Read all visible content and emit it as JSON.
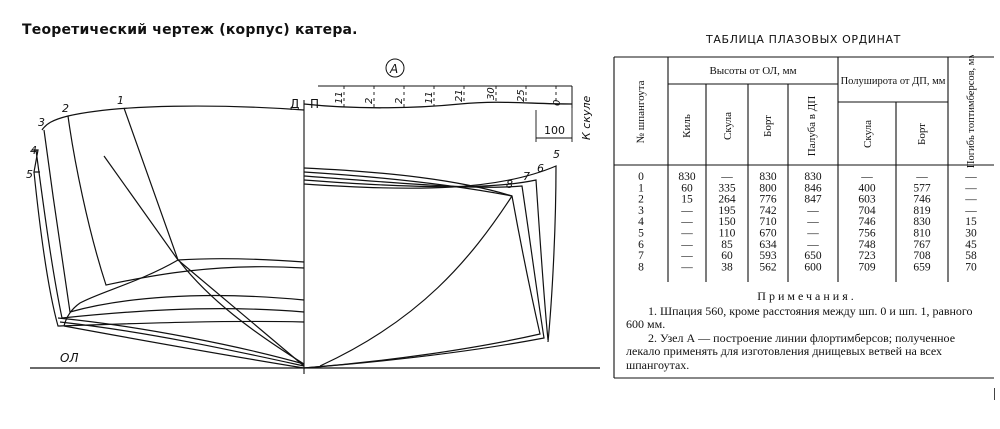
{
  "title": "Теоретический чертеж (корпус) катера.",
  "drawing": {
    "node_label": "A",
    "label_ol": "ОЛ",
    "label_d": "Д",
    "label_p": "П",
    "label_k_skule": "К скуле",
    "dim_100": "100",
    "stern_stations": [
      "1",
      "2",
      "3",
      "4",
      "5"
    ],
    "bow_stations": [
      "5",
      "6",
      "7",
      "8"
    ],
    "floor_offsets": [
      "11",
      "2",
      "2",
      "11",
      "21",
      "30",
      "25",
      "0"
    ]
  },
  "table": {
    "title": "ТАБЛИЦА ПЛАЗОВЫХ ОРДИНАТ",
    "headers": {
      "station": "№ шпангоута",
      "heights_group": "Высоты от ОЛ, мм",
      "half_group": "Полуширота от ДП, мм",
      "camber": "Погибь топтимберсов, мм",
      "keel": "Киль",
      "chine": "Скула",
      "board": "Борт",
      "deck": "Палуба в ДП",
      "hchine": "Скула",
      "hboard": "Борт"
    },
    "rows": [
      [
        "0",
        "830",
        "—",
        "830",
        "830",
        "—",
        "—",
        "—"
      ],
      [
        "1",
        "60",
        "335",
        "800",
        "846",
        "400",
        "577",
        "—"
      ],
      [
        "2",
        "15",
        "264",
        "776",
        "847",
        "603",
        "746",
        "—"
      ],
      [
        "3",
        "—",
        "195",
        "742",
        "—",
        "704",
        "819",
        "—"
      ],
      [
        "4",
        "—",
        "150",
        "710",
        "—",
        "746",
        "830",
        "15"
      ],
      [
        "5",
        "—",
        "110",
        "670",
        "—",
        "756",
        "810",
        "30"
      ],
      [
        "6",
        "—",
        "85",
        "634",
        "—",
        "748",
        "767",
        "45"
      ],
      [
        "7",
        "—",
        "60",
        "593",
        "650",
        "723",
        "708",
        "58"
      ],
      [
        "8",
        "—",
        "38",
        "562",
        "600",
        "709",
        "659",
        "70"
      ]
    ]
  },
  "notes": {
    "heading": "Примечания.",
    "items": [
      "1. Шпация 560, кроме расстояния между шп. 0 и шп. 1, равного 600 мм.",
      "2. Узел А — построение линии флортимберсов; полученное лекало применять для изготовления днищевых ветвей на всех шпангоутах."
    ]
  }
}
